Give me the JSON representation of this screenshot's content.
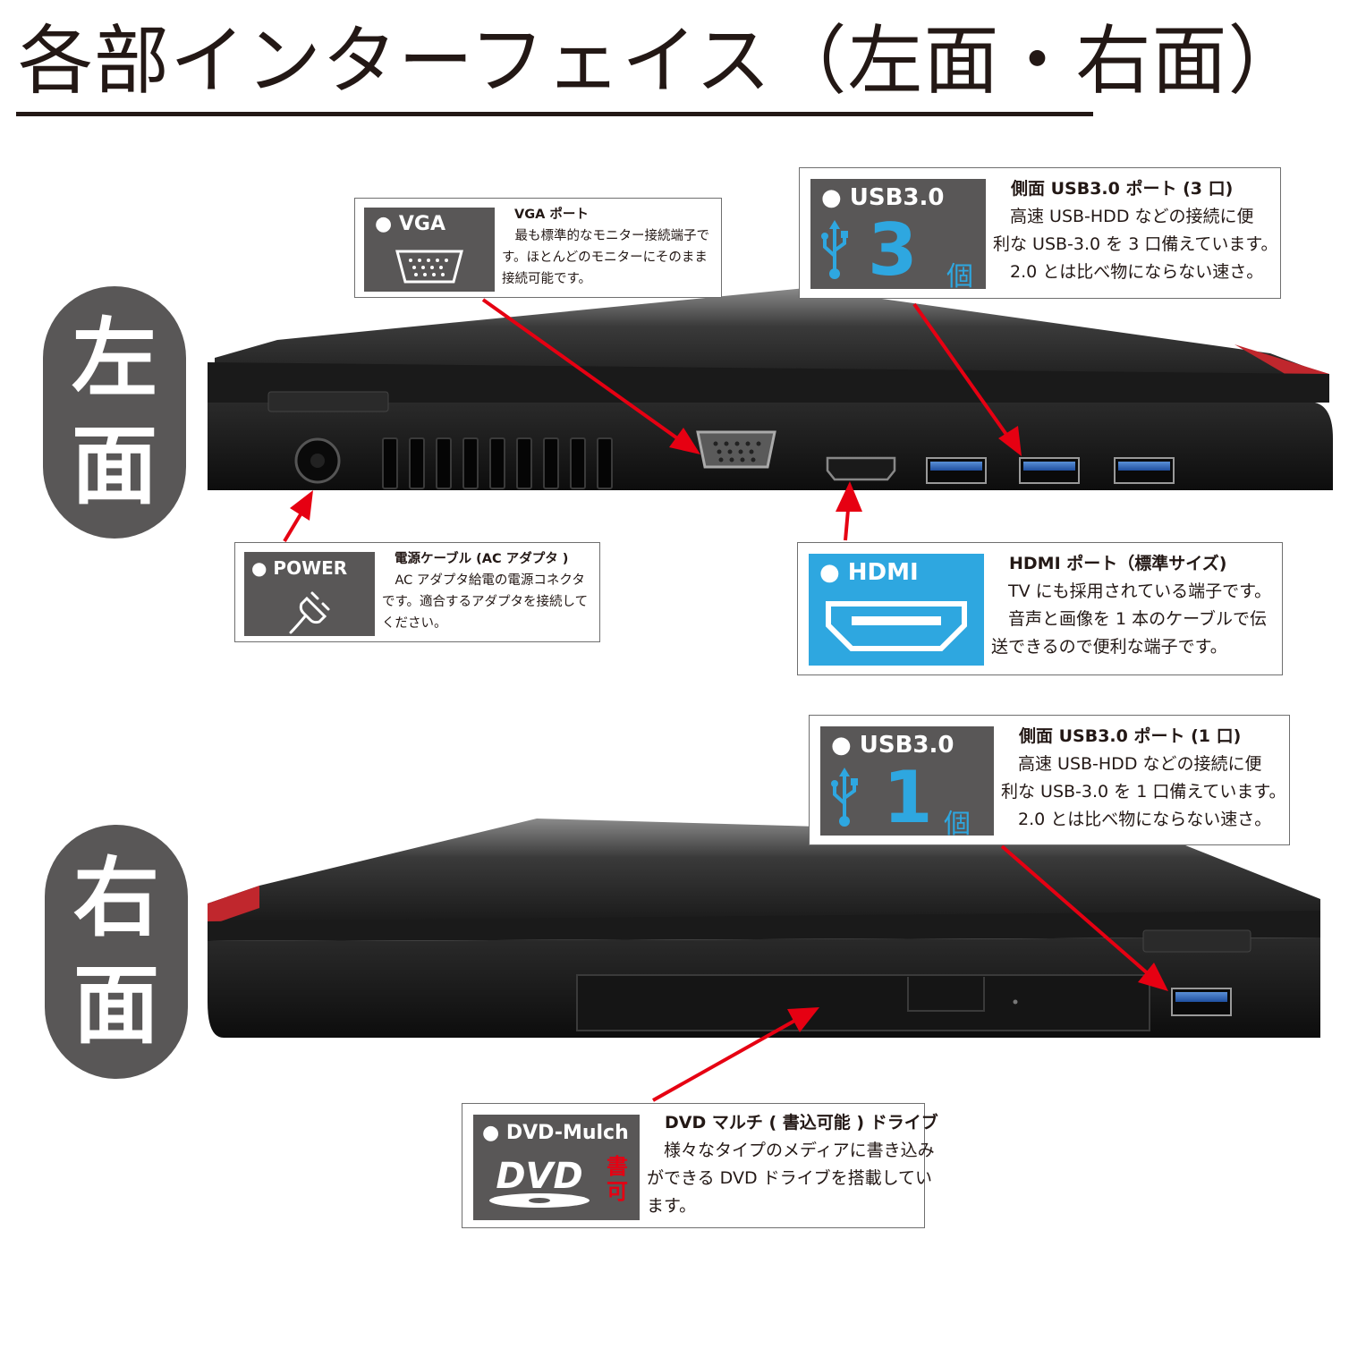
{
  "title": "各部インターフェイス（左面・右面）",
  "sides": {
    "left": [
      "左",
      "面"
    ],
    "right": [
      "右",
      "面"
    ]
  },
  "vga": {
    "tag": "● VGA",
    "title": "VGA ポート",
    "lines": [
      "最も標準的なモニター接続端子で",
      "す。ほとんどのモニターにそのまま",
      "接続可能です。"
    ],
    "icon": "vga-port-icon"
  },
  "usb_left": {
    "tag": "● USB3.0",
    "count": "3",
    "unit": "個",
    "title": "側面 USB3.0 ポート (3 口)",
    "lines": [
      "高速 USB-HDD などの接続に便",
      "利な USB-3.0 を 3 口備えています。",
      "2.0 とは比べ物にならない速さ。"
    ],
    "icon": "usb-icon"
  },
  "power": {
    "tag": "● POWER",
    "title": "電源ケーブル (AC アダプタ )",
    "lines": [
      "AC アダプタ給電の電源コネクタ",
      "です。適合するアダプタを接続して",
      "ください。"
    ],
    "icon": "power-plug-icon"
  },
  "hdmi": {
    "tag": "● HDMI",
    "title": "HDMI ポート（標準サイズ)",
    "lines": [
      "TV にも採用されている端子です。",
      "音声と画像を 1 本のケーブルで伝",
      "送できるので便利な端子です。"
    ],
    "icon": "hdmi-port-icon"
  },
  "usb_right": {
    "tag": "● USB3.0",
    "count": "1",
    "unit": "個",
    "title": "側面 USB3.0 ポート (1 口)",
    "lines": [
      "高速 USB-HDD などの接続に便",
      "利な USB-3.0 を 1 口備えています。",
      "2.0 とは比べ物にならない速さ。"
    ],
    "icon": "usb-icon"
  },
  "dvd": {
    "tag": "● DVD-Mulch",
    "logo": "DVD",
    "badge": [
      "書",
      "可"
    ],
    "title": "DVD マルチ ( 書込可能 ) ドライブ",
    "lines": [
      "様々なタイプのメディアに書き込み",
      "ができる DVD ドライブを搭載してい",
      "ます。"
    ],
    "icon": "dvd-logo-icon"
  },
  "colors": {
    "badge_gray": "#595757",
    "accent_blue": "#2ea7e0",
    "arrow_red": "#e60012",
    "text": "#231815",
    "laptop_black": "#161616"
  }
}
